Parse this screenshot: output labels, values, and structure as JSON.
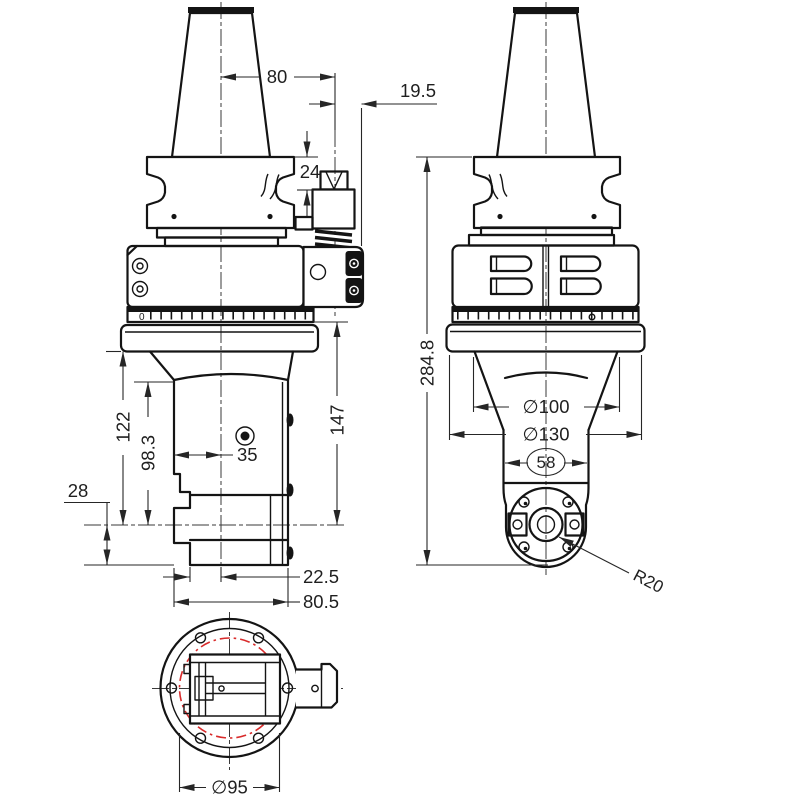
{
  "drawing": {
    "type": "technical-drawing",
    "views": {
      "front": {
        "dims": {
          "spindle_offset": "80",
          "arm_overhang": "19.5",
          "flange_to_arm": "24",
          "scale_to_axis": "147",
          "ring_to_axis": "122",
          "housing_top_to_axis": "98.3",
          "face_to_center": "35",
          "axis_to_nose": "28",
          "center_to_step": "22.5",
          "housing_width": "80.5",
          "scale_zero": "0"
        }
      },
      "side": {
        "dims": {
          "overall_height": "284.8",
          "neck_diameter": "∅100",
          "body_diameter": "∅130",
          "head_width_ref": "58",
          "nose_radius": "R20"
        }
      },
      "bottom": {
        "dims": {
          "bolt_circle": "∅95"
        }
      }
    },
    "colors": {
      "outline": "#141414",
      "dimension": "#262626",
      "hidden_red": "#d92b2b",
      "background": "#ffffff"
    }
  }
}
